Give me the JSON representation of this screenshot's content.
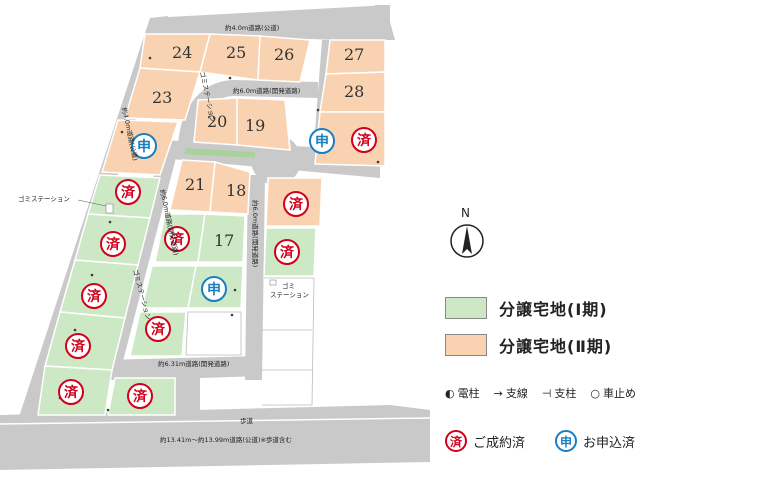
{
  "lots": [
    {
      "id": "24",
      "label": "24",
      "phase": "II",
      "status": ""
    },
    {
      "id": "25",
      "label": "25",
      "phase": "II",
      "status": ""
    },
    {
      "id": "26",
      "label": "26",
      "phase": "II",
      "status": ""
    },
    {
      "id": "27",
      "label": "27",
      "phase": "II",
      "status": ""
    },
    {
      "id": "28",
      "label": "28",
      "phase": "II",
      "status": ""
    },
    {
      "id": "23",
      "label": "23",
      "phase": "II",
      "status": ""
    },
    {
      "id": "20",
      "label": "20",
      "phase": "II",
      "status": ""
    },
    {
      "id": "19",
      "label": "19",
      "phase": "II",
      "status": ""
    },
    {
      "id": "21",
      "label": "21",
      "phase": "II",
      "status": ""
    },
    {
      "id": "18",
      "label": "18",
      "phase": "II",
      "status": ""
    },
    {
      "id": "17",
      "label": "17",
      "phase": "I",
      "status": ""
    }
  ],
  "status_marks": {
    "sold": "済",
    "applied": "申"
  },
  "roads": {
    "top": "約4.0m道路(公道)",
    "center": "約6.0m道路(開発道路)",
    "left": "約4.0m道路(公道)",
    "inner_left": "約6.0m道路(開発道路)",
    "inner_right": "約6.0m道路(開発道路)",
    "bottom_inner": "約6.31m道路(開発道路)",
    "main": "約13.41m〜約13.99m道路(公道)※歩道含む",
    "sidewalk": "歩道"
  },
  "garbage_station": "ゴミステーション",
  "garbage_station_split": [
    "ゴミ",
    "ステーション"
  ],
  "legend": {
    "compass": "N",
    "phase1_label": "分譲宅地(Ⅰ期)",
    "phase2_label": "分譲宅地(Ⅱ期)",
    "phase1_color": "#cce8c4",
    "phase2_color": "#f9d3b1",
    "symbols": [
      {
        "icon": "utility-pole-icon",
        "glyph": "◐",
        "label": "電柱"
      },
      {
        "icon": "branch-line-icon",
        "glyph": "→",
        "label": "支線"
      },
      {
        "icon": "support-pole-icon",
        "glyph": "⊣",
        "label": "支柱"
      },
      {
        "icon": "car-stop-icon",
        "glyph": "○",
        "label": "車止め"
      }
    ],
    "sold_label": "ご成約済",
    "applied_label": "お申込済"
  },
  "colors": {
    "road": "#c9c9c9",
    "sold": "#d0021b",
    "applied": "#1a7fc0",
    "phase1": "#cce8c4",
    "phase2": "#f9d3b1"
  }
}
